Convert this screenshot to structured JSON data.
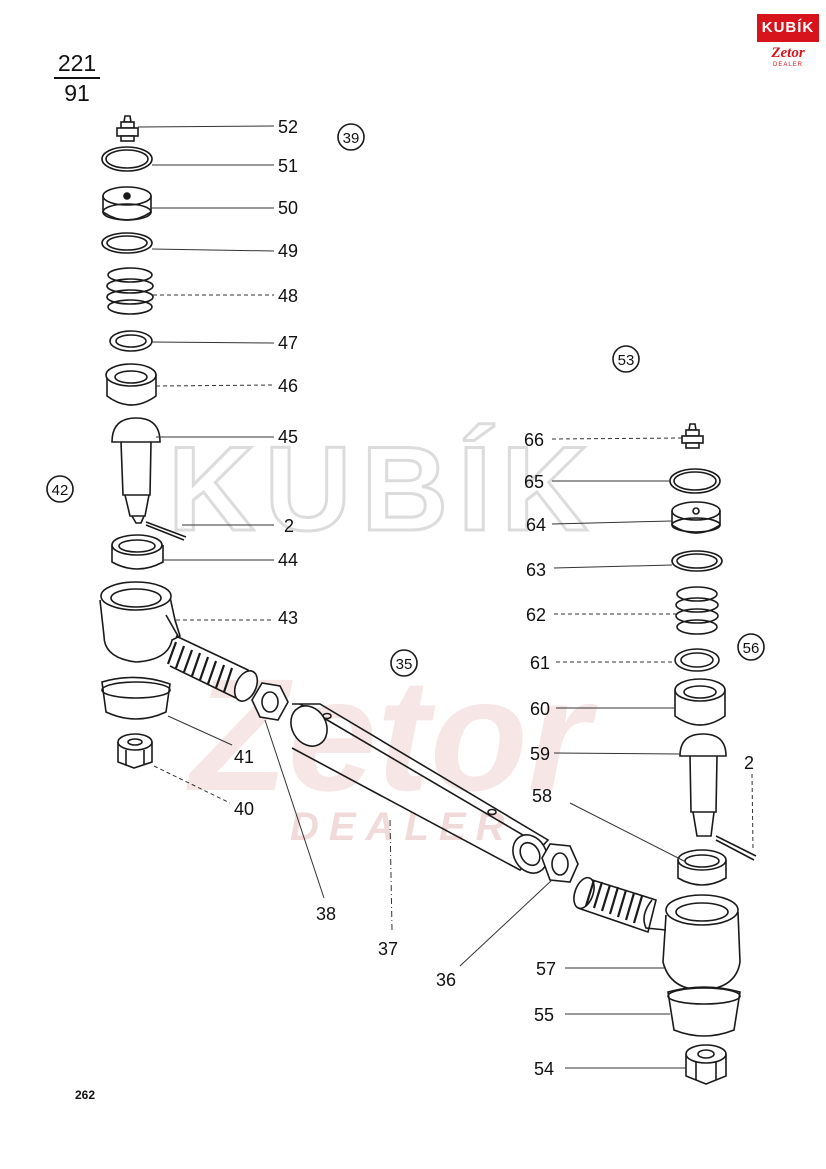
{
  "brand": {
    "top": "KUBÍK",
    "mid": "Zetor",
    "sub": "DEALER"
  },
  "watermark": {
    "line1": "KUBÍK",
    "line2": "Zetor",
    "line3": "DEALER"
  },
  "page_ref": {
    "numerator": "221",
    "denominator": "91"
  },
  "page_number": "262",
  "group_labels": [
    "39",
    "42",
    "53",
    "35",
    "56"
  ],
  "part_labels": [
    "52",
    "51",
    "50",
    "49",
    "48",
    "47",
    "46",
    "45",
    "2",
    "44",
    "43",
    "41",
    "40",
    "38",
    "37",
    "36",
    "66",
    "65",
    "64",
    "63",
    "62",
    "61",
    "60",
    "59",
    "58",
    "2",
    "57",
    "55",
    "54"
  ],
  "colors": {
    "line": "#1a1a1a",
    "watermark": "#e8e8e8",
    "brand_red": "#d7141c"
  }
}
